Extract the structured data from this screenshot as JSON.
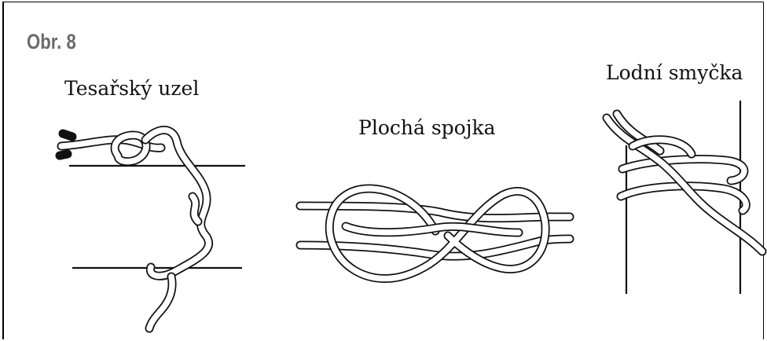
{
  "figure": {
    "label": "Obr. 8",
    "knots": [
      {
        "name": "Tesařský uzel"
      },
      {
        "name": "Plochá spojka"
      },
      {
        "name": "Lodní smyčka"
      }
    ]
  },
  "colors": {
    "ink": "#111111",
    "label_gray": "#6b6b6b",
    "background": "#ffffff"
  }
}
